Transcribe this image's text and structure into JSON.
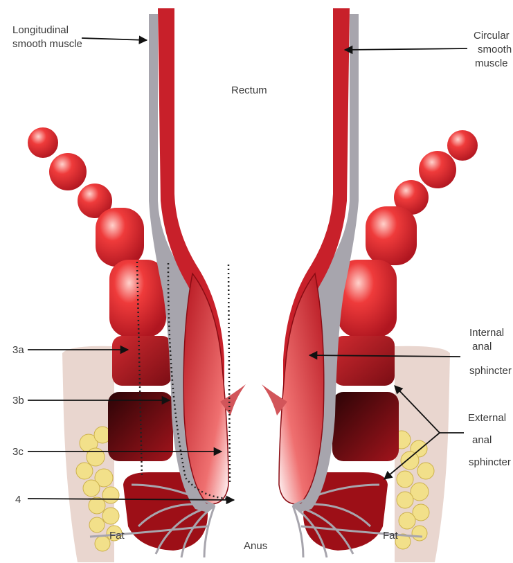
{
  "labels": {
    "longitudinal_1": "Longitudinal",
    "longitudinal_2": "smooth muscle",
    "circular_1": "Circular",
    "circular_2": "smooth",
    "circular_3": "muscle",
    "rectum": "Rectum",
    "l3a": "3a",
    "l3b": "3b",
    "l3c": "3c",
    "l4": "4",
    "internal_1": "Internal",
    "internal_2": "anal",
    "internal_3": "sphincter",
    "external_1": "External",
    "external_2": "anal",
    "external_3": "sphincter",
    "fat_left": "Fat",
    "fat_right": "Fat",
    "anus": "Anus"
  },
  "colors": {
    "muscle_red": "#c8202a",
    "dark_red": "#6e0c12",
    "grey_layer": "#a7a5ad",
    "skin_tissue": "#e9d6cf",
    "fat_yellow": "#f2e08a",
    "arrow": "#222222"
  }
}
